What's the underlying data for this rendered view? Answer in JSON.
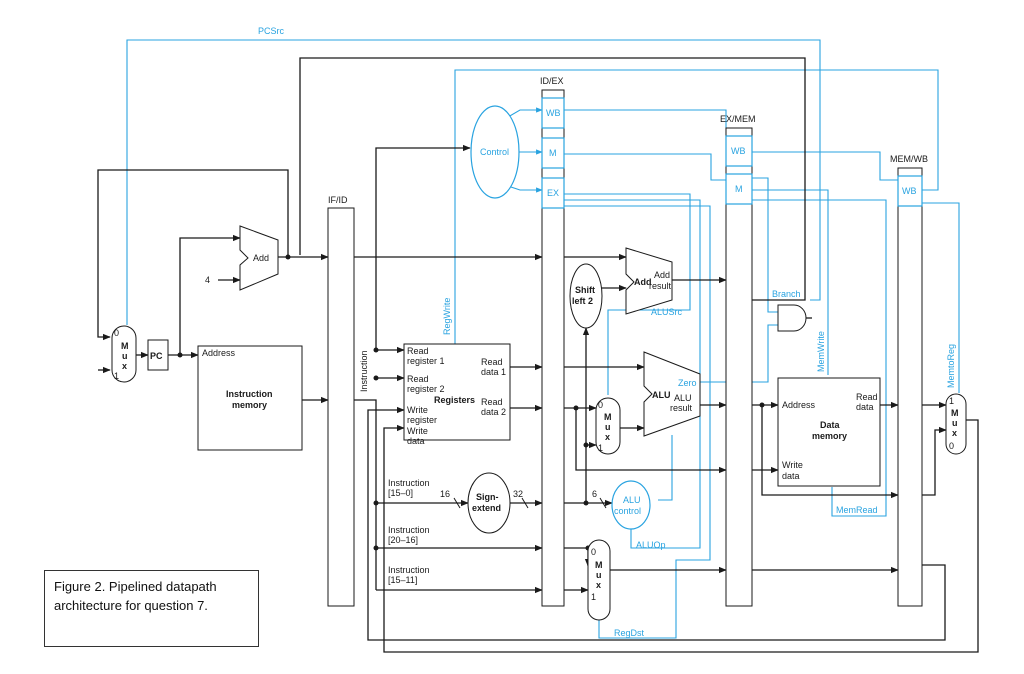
{
  "labels": {
    "pcsrc": "PCSrc",
    "regwrite": "RegWrite",
    "memwrite": "MemWrite",
    "memtoreg": "MemtoReg",
    "branch": "Branch",
    "alusrc": "ALUSrc",
    "memread": "MemRead",
    "aluop": "ALUOp",
    "regdst": "RegDst",
    "zero": "Zero"
  },
  "registers": {
    "if_id": "IF/ID",
    "id_ex": "ID/EX",
    "ex_mem": "EX/MEM",
    "mem_wb": "MEM/WB",
    "wb": "WB",
    "m": "M",
    "ex": "EX"
  },
  "components": {
    "add": "Add",
    "constant4": "4",
    "pc": "PC",
    "mux_m": "M",
    "mux_u": "u",
    "mux_x": "x",
    "mux_0": "0",
    "mux_1": "1",
    "address": "Address",
    "instruction_memory_1": "Instruction",
    "instruction_memory_2": "memory",
    "instruction": "Instruction",
    "control": "Control",
    "read_register_1_a": "Read",
    "read_register_1_b": "register 1",
    "read_register_2_a": "Read",
    "read_register_2_b": "register 2",
    "write_register_a": "Write",
    "write_register_b": "register",
    "write_data_a": "Write",
    "write_data_b": "data",
    "registers": "Registers",
    "read_data_1_a": "Read",
    "read_data_1_b": "data 1",
    "read_data_2_a": "Read",
    "read_data_2_b": "data 2",
    "instr_15_0_a": "Instruction",
    "instr_15_0_b": "[15–0]",
    "instr_20_16_a": "Instruction",
    "instr_20_16_b": "[20–16]",
    "instr_15_11_a": "Instruction",
    "instr_15_11_b": "[15–11]",
    "bits16": "16",
    "bits32": "32",
    "bits6": "6",
    "sign_extend_a": "Sign-",
    "sign_extend_b": "extend",
    "shift_left_a": "Shift",
    "shift_left_b": "left 2",
    "add_result_add": "Add",
    "add_result_a": "Add",
    "add_result_b": "result",
    "alu": "ALU",
    "alu_result_a": "ALU",
    "alu_result_b": "result",
    "alu_control_a": "ALU",
    "alu_control_b": "control",
    "data_address": "Address",
    "data_read_a": "Read",
    "data_read_b": "data",
    "data_memory_a": "Data",
    "data_memory_b": "memory",
    "data_write_a": "Write",
    "data_write_b": "data"
  },
  "caption": {
    "line1": "Figure 2.  Pipelined datapath",
    "line2": "architecture for question 7."
  }
}
